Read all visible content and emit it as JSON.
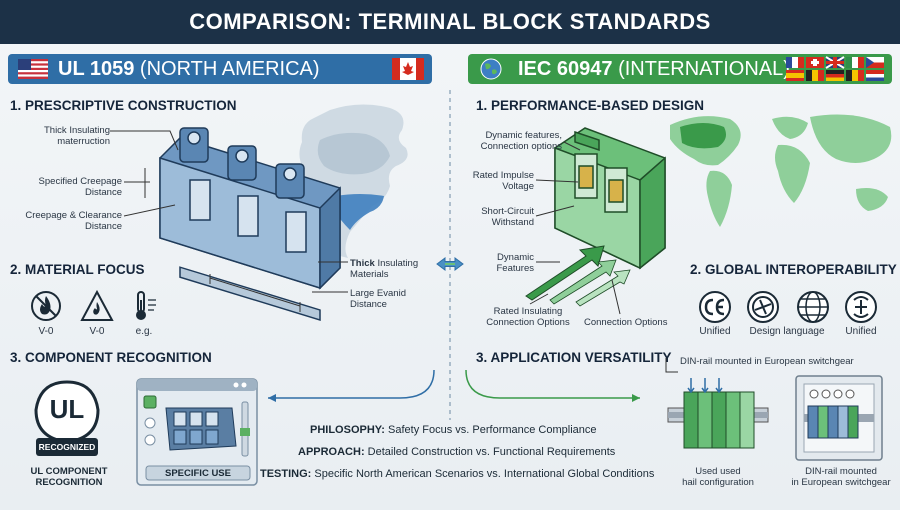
{
  "title": "COMPARISON: TERMINAL BLOCK STANDARDS",
  "left": {
    "header_bold": "UL 1059",
    "header_rest": " (NORTH AMERICA)",
    "sec1": "1. PRESCRIPTIVE CONSTRUCTION",
    "callouts": {
      "thick1": "Thick Insulating",
      "thick2": "materruction",
      "creep1": "Specified Creepage",
      "creep2": "Distance",
      "clear1": "Creepage & Clearance",
      "clear2": "Distance",
      "mat_bold": "Thick",
      "mat_rest": " Insulating",
      "mat2": "Materials",
      "evanid1": "Large Evanid",
      "evanid2": "Distance"
    },
    "sec2": "2. MATERIAL FOCUS",
    "material_icons": [
      "V-0",
      "V-0",
      "e.g."
    ],
    "sec3": "3. COMPONENT RECOGNITION",
    "ul_mark": "UL",
    "recognized": "RECOGNIZED",
    "ul_caption1": "UL COMPONENT",
    "ul_caption2": "RECOGNITION",
    "specific_use": "SPECIFIC USE"
  },
  "right": {
    "header_bold": "IEC 60947",
    "header_rest": " (INTERNATIONAL)",
    "sec1": "1. PERFORMANCE-BASED DESIGN",
    "callouts": {
      "dyn1": "Dynamic features,",
      "dyn2": "Connection options",
      "imp1": "Rated Impulse",
      "imp2": "Voltage",
      "sc1": "Short-Circuit",
      "sc2": "Withstand",
      "df1": "Dynamic",
      "df2": "Features",
      "rated_ins1": "Rated Insulating",
      "rated_ins2": "Connection Options",
      "conn_opt": "Connection Options"
    },
    "sec2": "2. GLOBAL INTEROPERABILITY",
    "global_icons": [
      "Unified",
      "Design language",
      "Unified"
    ],
    "sec3": "3. APPLICATION VERSATILITY",
    "din_note": "DIN-rail mounted in European switchgear",
    "cap_left1": "Used used",
    "cap_left2": "hail configuration",
    "cap_right1": "DIN-rail mounted",
    "cap_right2": "in European switchgear"
  },
  "philosophy": {
    "l1_key": "PHILOSOPHY:",
    "l1_val": " Safety Focus vs. Performance Compliance",
    "l2_key": "APPROACH:",
    "l2_val": " Detailed Construction vs. Functional Requirements",
    "l3_key": "TESTING:",
    "l3_val": " Specific North American Scenarios vs. International Global Conditions"
  },
  "colors": {
    "left_accent": "#2f6ea6",
    "right_accent": "#3a9a4a",
    "title_bg": "#1c3147"
  }
}
